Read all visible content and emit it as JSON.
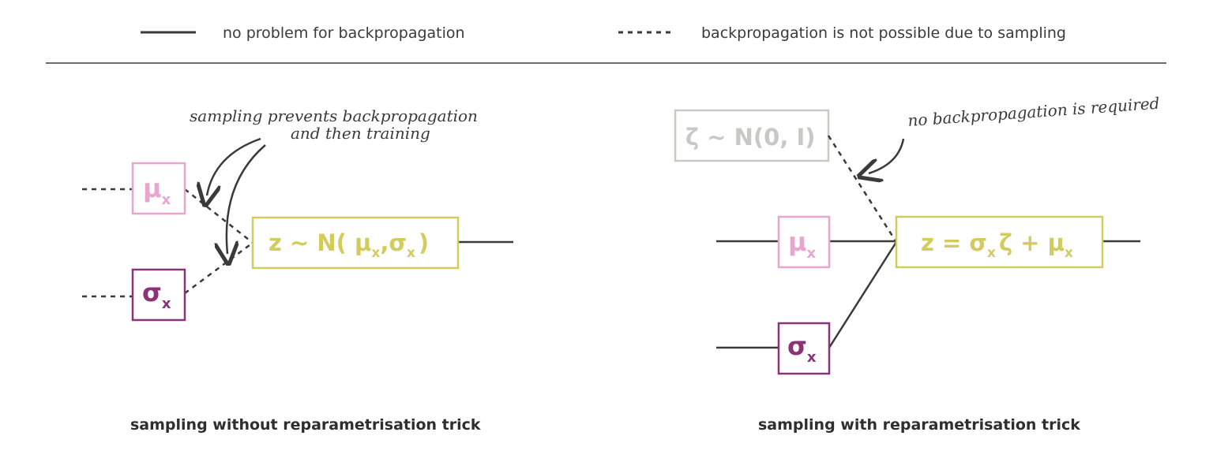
{
  "legend": {
    "solid_label": "no problem for backpropagation",
    "dashed_label": "backpropagation is not possible due to sampling"
  },
  "left_panel": {
    "annotation_line1": "sampling prevents backpropagation",
    "annotation_line2": "and then training",
    "mu_symbol": "μ",
    "mu_sub": "x",
    "sigma_symbol": "σ",
    "sigma_sub": "x",
    "z_prefix": "z ~ N( ",
    "z_mu": "μ",
    "z_mu_sub": "x",
    "z_comma": ",",
    "z_sigma": "σ",
    "z_sigma_sub": "x",
    "z_suffix": ")",
    "caption": "sampling without reparametrisation trick"
  },
  "right_panel": {
    "annotation": "no backpropagation is required",
    "zeta_text": "ζ ~ N(0, I)",
    "mu_symbol": "μ",
    "mu_sub": "x",
    "sigma_symbol": "σ",
    "sigma_sub": "x",
    "z_prefix": "z = ",
    "z_sigma": "σ",
    "z_sigma_sub": "x",
    "z_zeta": "ζ + ",
    "z_mu": "μ",
    "z_mu_sub": "x",
    "caption": "sampling with  reparametrisation trick"
  },
  "colors": {
    "line": "#3a3a3a",
    "mu": "#e8a6cf",
    "sigma": "#8b3377",
    "z_box": "#d2cc5e",
    "zeta_box": "#c8c8c4"
  }
}
